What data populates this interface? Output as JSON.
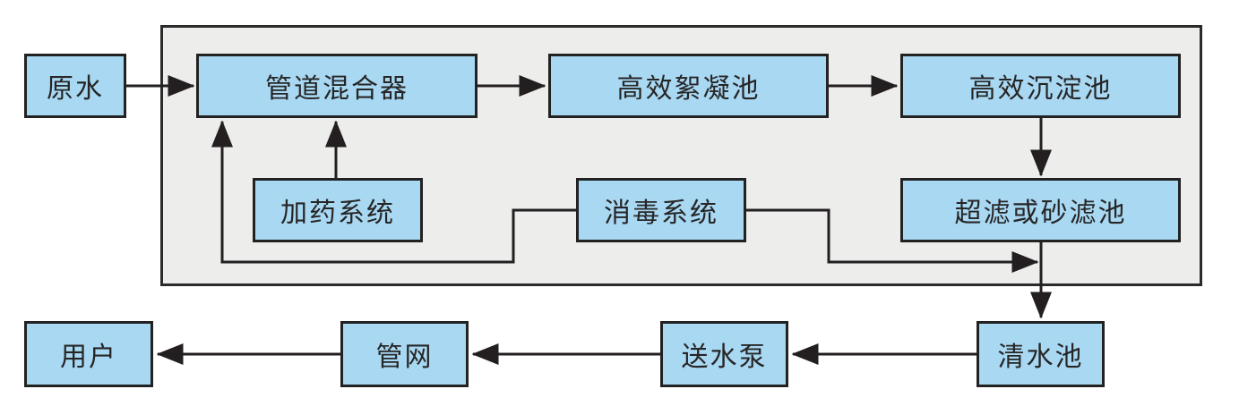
{
  "diagram": {
    "type": "flowchart",
    "language": "zh-CN",
    "background_color": "#ffffff",
    "group_container": {
      "fill": "#ededec",
      "border_color": "#2b2b2b"
    },
    "node_style": {
      "fill": "#a9d8f3",
      "border_color": "#222222",
      "text_color": "#262626"
    },
    "arrow_color": "#231f20",
    "nodes": {
      "raw_water": {
        "label": "原水"
      },
      "pipe_mixer": {
        "label": "管道混合器"
      },
      "flocculation": {
        "label": "高效絮凝池"
      },
      "sedimentation": {
        "label": "高效沉淀池"
      },
      "dosing": {
        "label": "加药系统"
      },
      "disinfection": {
        "label": "消毒系统"
      },
      "filter": {
        "label": "超滤或砂滤池"
      },
      "clear_water": {
        "label": "清水池"
      },
      "pump": {
        "label": "送水泵"
      },
      "pipe_network": {
        "label": "管网"
      },
      "user": {
        "label": "用户"
      }
    },
    "edges": [
      {
        "from": "raw_water",
        "to": "pipe_mixer",
        "direction": "right"
      },
      {
        "from": "pipe_mixer",
        "to": "flocculation",
        "direction": "right"
      },
      {
        "from": "flocculation",
        "to": "sedimentation",
        "direction": "right"
      },
      {
        "from": "sedimentation",
        "to": "filter",
        "direction": "down"
      },
      {
        "from": "dosing",
        "to": "pipe_mixer",
        "direction": "up"
      },
      {
        "from": "disinfection",
        "to": "pipe_mixer",
        "direction": "left-down-left-up"
      },
      {
        "from": "disinfection",
        "to": "filter_outlet_line",
        "direction": "right-down-right"
      },
      {
        "from": "filter",
        "to": "clear_water",
        "direction": "down"
      },
      {
        "from": "clear_water",
        "to": "pump",
        "direction": "left"
      },
      {
        "from": "pump",
        "to": "pipe_network",
        "direction": "left"
      },
      {
        "from": "pipe_network",
        "to": "user",
        "direction": "left"
      }
    ]
  }
}
